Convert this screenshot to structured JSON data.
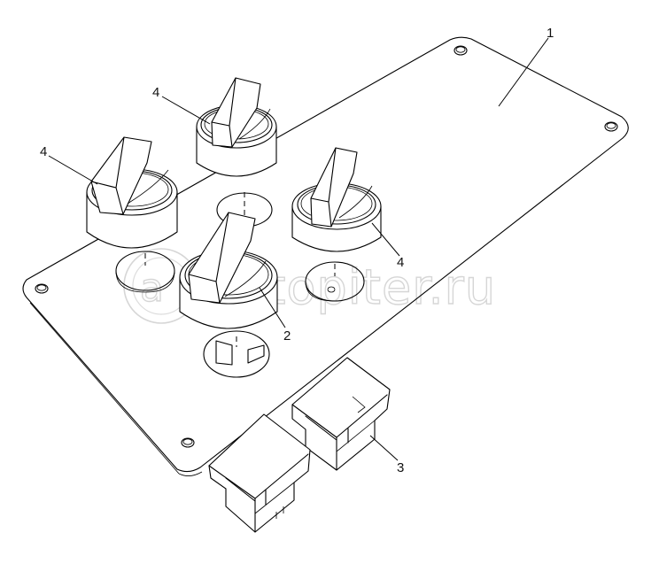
{
  "callouts": {
    "panel": "1",
    "switch_center": "2",
    "connector": "3",
    "switch_left": "4",
    "switch_top": "4",
    "switch_right": "4"
  },
  "watermark": {
    "text": "autopiter.ru"
  }
}
